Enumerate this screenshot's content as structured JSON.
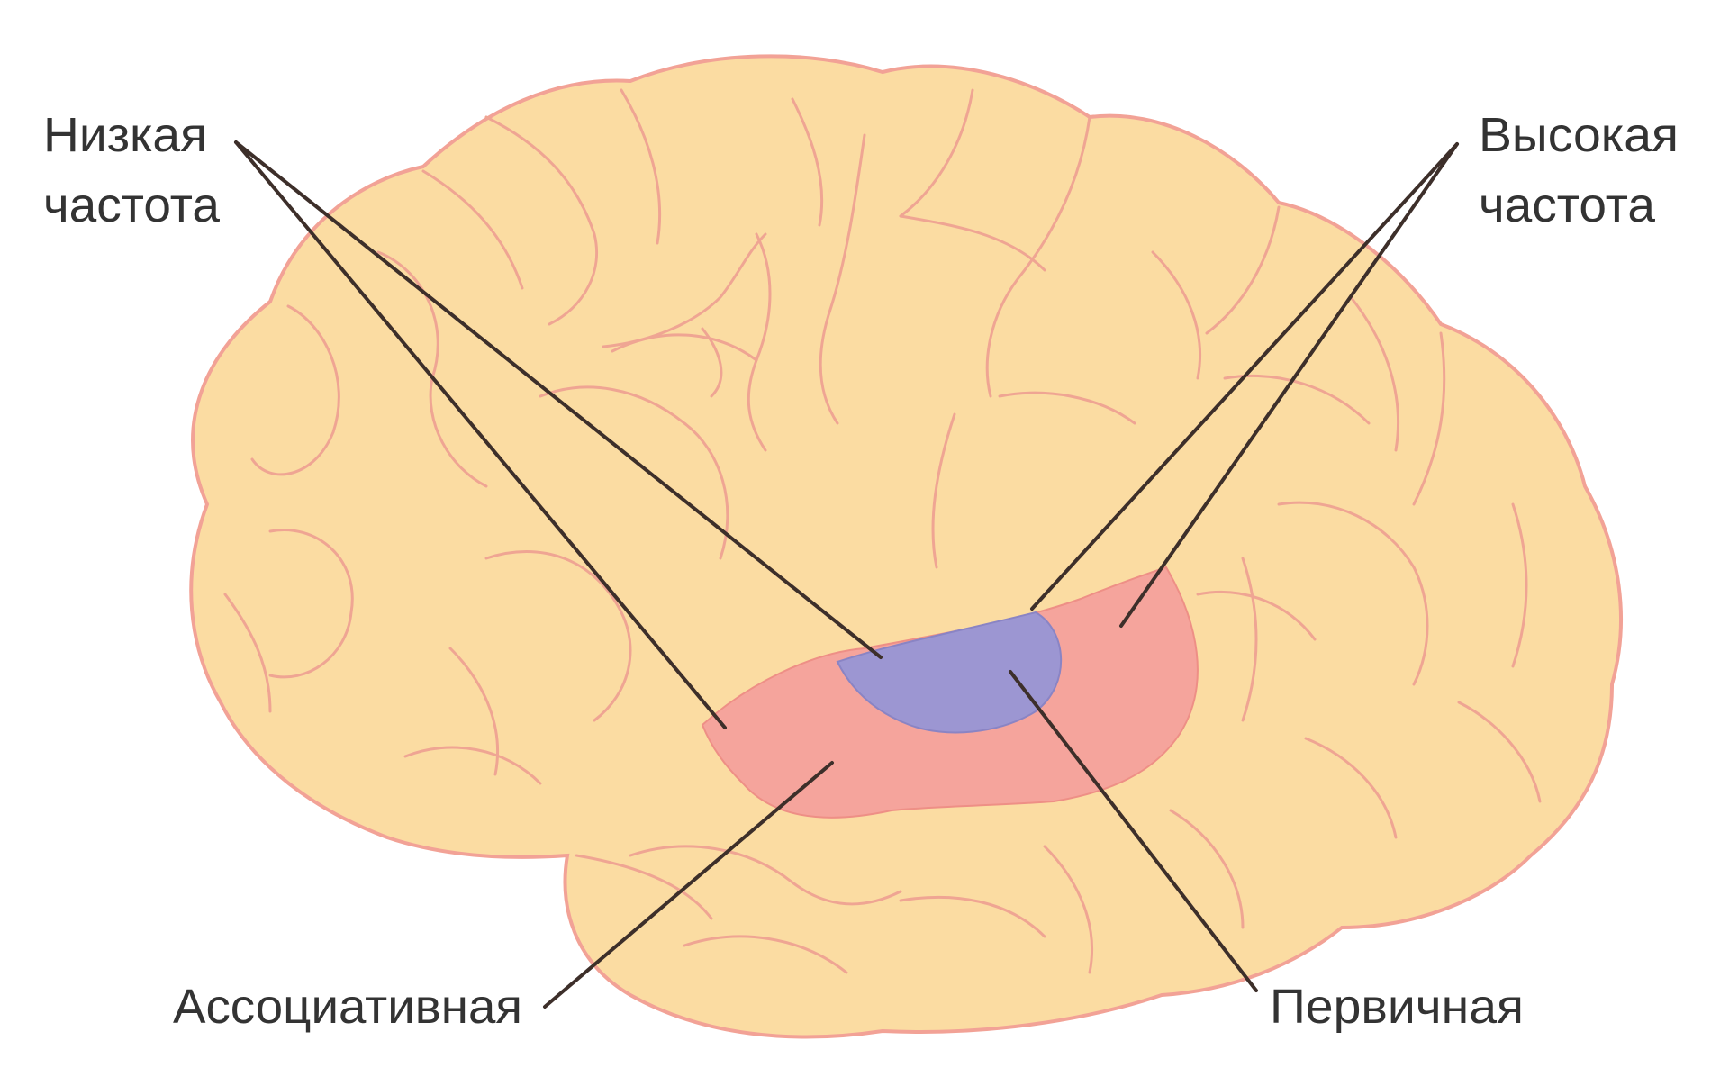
{
  "labels": {
    "low_frequency_line1": "Низкая",
    "low_frequency_line2": "частота",
    "high_frequency_line1": "Высокая",
    "high_frequency_line2": "частота",
    "associative": "Ассоциативная",
    "primary": "Первичная"
  },
  "colors": {
    "brain_fill": "#fbdca2",
    "brain_outline": "#f2a296",
    "gyrus_line": "#efa593",
    "associative_area": "#f5a49c",
    "primary_area": "#9c96d2",
    "leader_line": "#3d2f2a",
    "label_text": "#333333"
  }
}
